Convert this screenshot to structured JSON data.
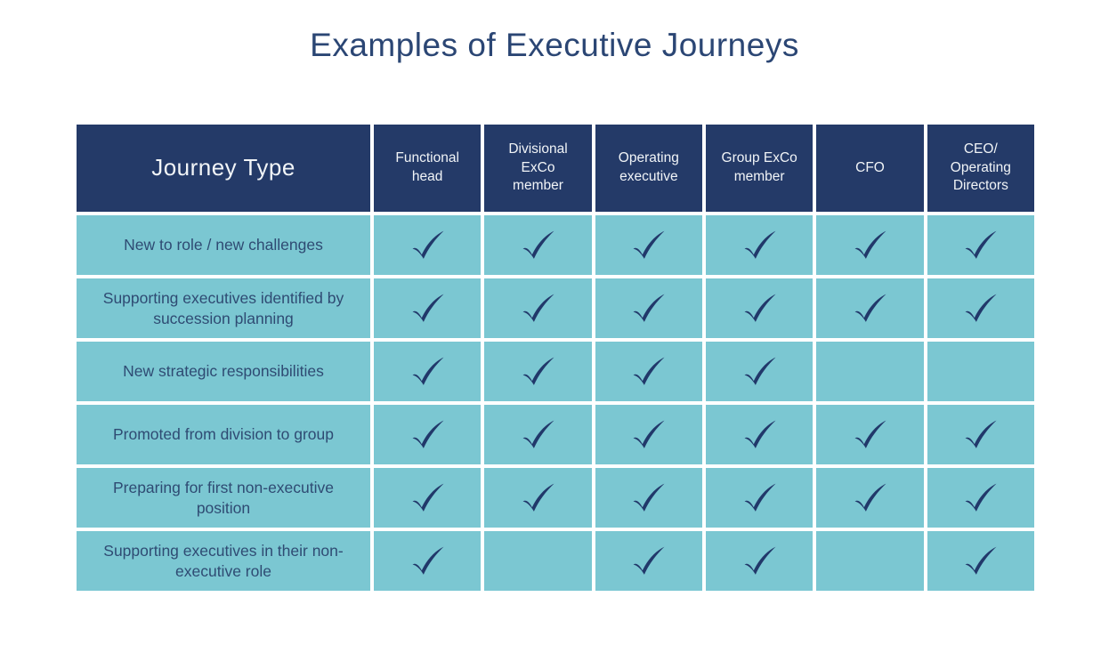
{
  "title": "Examples of Executive Journeys",
  "table": {
    "corner_header": "Journey Type",
    "columns": [
      "Functional\nhead",
      "Divisional\nExCo\nmember",
      "Operating\nexecutive",
      "Group ExCo\nmember",
      "CFO",
      "CEO/\nOperating\nDirectors"
    ],
    "rows": [
      {
        "label": "New to role / new challenges",
        "checks": [
          true,
          true,
          true,
          true,
          true,
          true
        ]
      },
      {
        "label": "Supporting executives identified by succession planning",
        "checks": [
          true,
          true,
          true,
          true,
          true,
          true
        ]
      },
      {
        "label": "New strategic responsibilities",
        "checks": [
          true,
          true,
          true,
          true,
          false,
          false
        ]
      },
      {
        "label": "Promoted from division to group",
        "checks": [
          true,
          true,
          true,
          true,
          true,
          true
        ]
      },
      {
        "label": "Preparing for first non-executive position",
        "checks": [
          true,
          true,
          true,
          true,
          true,
          true
        ]
      },
      {
        "label": "Supporting executives in their non-executive role",
        "checks": [
          true,
          false,
          true,
          true,
          false,
          true
        ]
      }
    ],
    "check_icon": "✓"
  },
  "colors": {
    "page_bg": "#FFFFFF",
    "header_bg": "#243A68",
    "header_text": "#F1F4F7",
    "cell_bg": "#7BC7D2",
    "check": "#21386A",
    "title_text": "#2B4674",
    "row_text": "#2F4B73"
  }
}
